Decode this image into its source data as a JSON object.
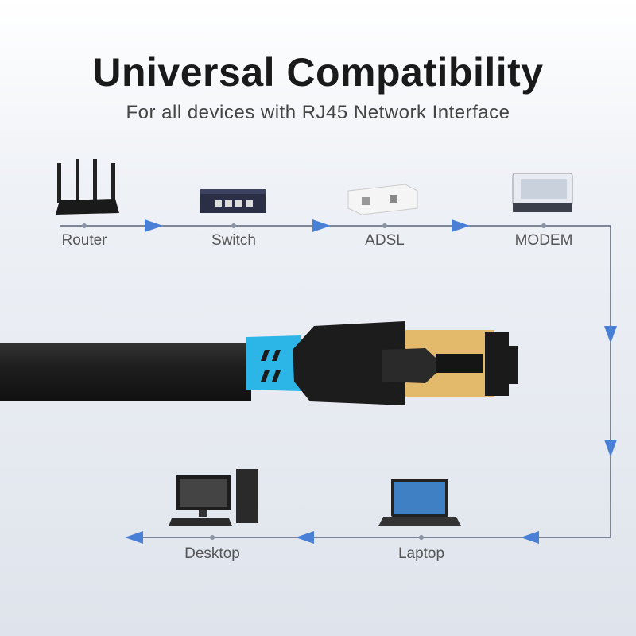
{
  "header": {
    "title": "Universal Compatibility",
    "subtitle": "For all devices with RJ45 Network Interface"
  },
  "devices": [
    {
      "label": "Router",
      "icon": "router-icon"
    },
    {
      "label": "Switch",
      "icon": "switch-icon"
    },
    {
      "label": "ADSL",
      "icon": "adsl-icon"
    },
    {
      "label": "MODEM",
      "icon": "modem-icon"
    },
    {
      "label": "Laptop",
      "icon": "laptop-icon"
    },
    {
      "label": "Desktop",
      "icon": "desktop-icon"
    }
  ],
  "colors": {
    "arrow": "#4a7fd6",
    "line": "#5a6478",
    "cable": "#1c1c1c",
    "boot": "#2cb6e8",
    "gold": "#e3b96c"
  }
}
